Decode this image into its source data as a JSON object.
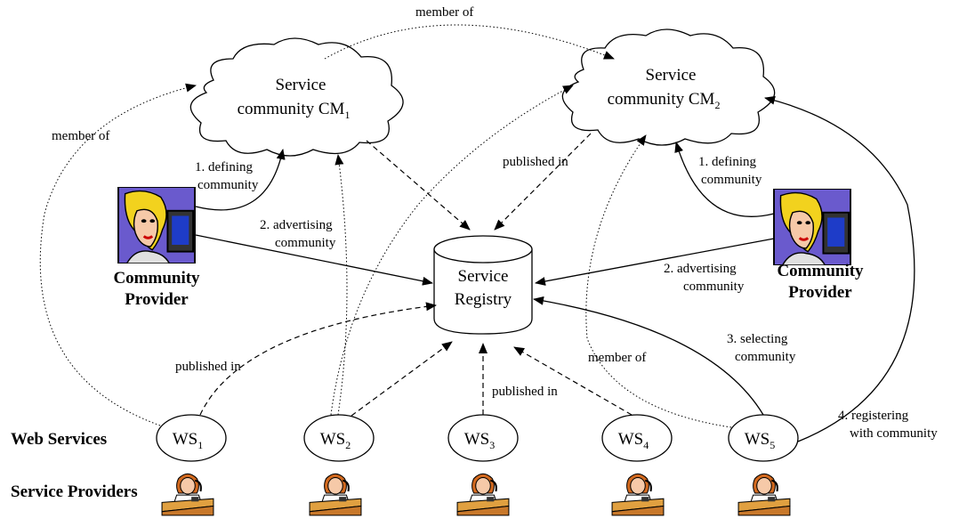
{
  "clouds": {
    "cm1": {
      "line1": "Service",
      "line2": "community CM",
      "sub": "1"
    },
    "cm2": {
      "line1": "Service",
      "line2": "community CM",
      "sub": "2"
    }
  },
  "registry": {
    "line1": "Service",
    "line2": "Registry"
  },
  "providers": {
    "left": {
      "line1": "Community",
      "line2": "Provider"
    },
    "right": {
      "line1": "Community",
      "line2": "Provider"
    }
  },
  "row_labels": {
    "web_services": "Web Services",
    "service_providers": "Service Providers"
  },
  "web_services": [
    {
      "label": "WS",
      "sub": "1"
    },
    {
      "label": "WS",
      "sub": "2"
    },
    {
      "label": "WS",
      "sub": "3"
    },
    {
      "label": "WS",
      "sub": "4"
    },
    {
      "label": "WS",
      "sub": "5"
    }
  ],
  "edge_labels": {
    "member_of_top": "member of",
    "member_of_left": "member of",
    "member_of_ws5": "member of",
    "published_in_cm2": "published in",
    "published_in_ws1": "published in",
    "published_in_ws3": "published in",
    "defining_left_1": "1. defining",
    "defining_left_2": "community",
    "defining_right_1": "1. defining",
    "defining_right_2": "community",
    "advertising_left_1": "2. advertising",
    "advertising_left_2": "community",
    "advertising_right_1": "2. advertising",
    "advertising_right_2": "community",
    "selecting_1": "3. selecting",
    "selecting_2": "community",
    "registering_1": "4. registering",
    "registering_2": "with community"
  },
  "colors": {
    "provider_hair": "#f2d21e",
    "provider_bg": "#6a5acd",
    "provider_face": "#f6c9a8",
    "desk": "#c8782a",
    "service_person_hair": "#d2691e"
  }
}
